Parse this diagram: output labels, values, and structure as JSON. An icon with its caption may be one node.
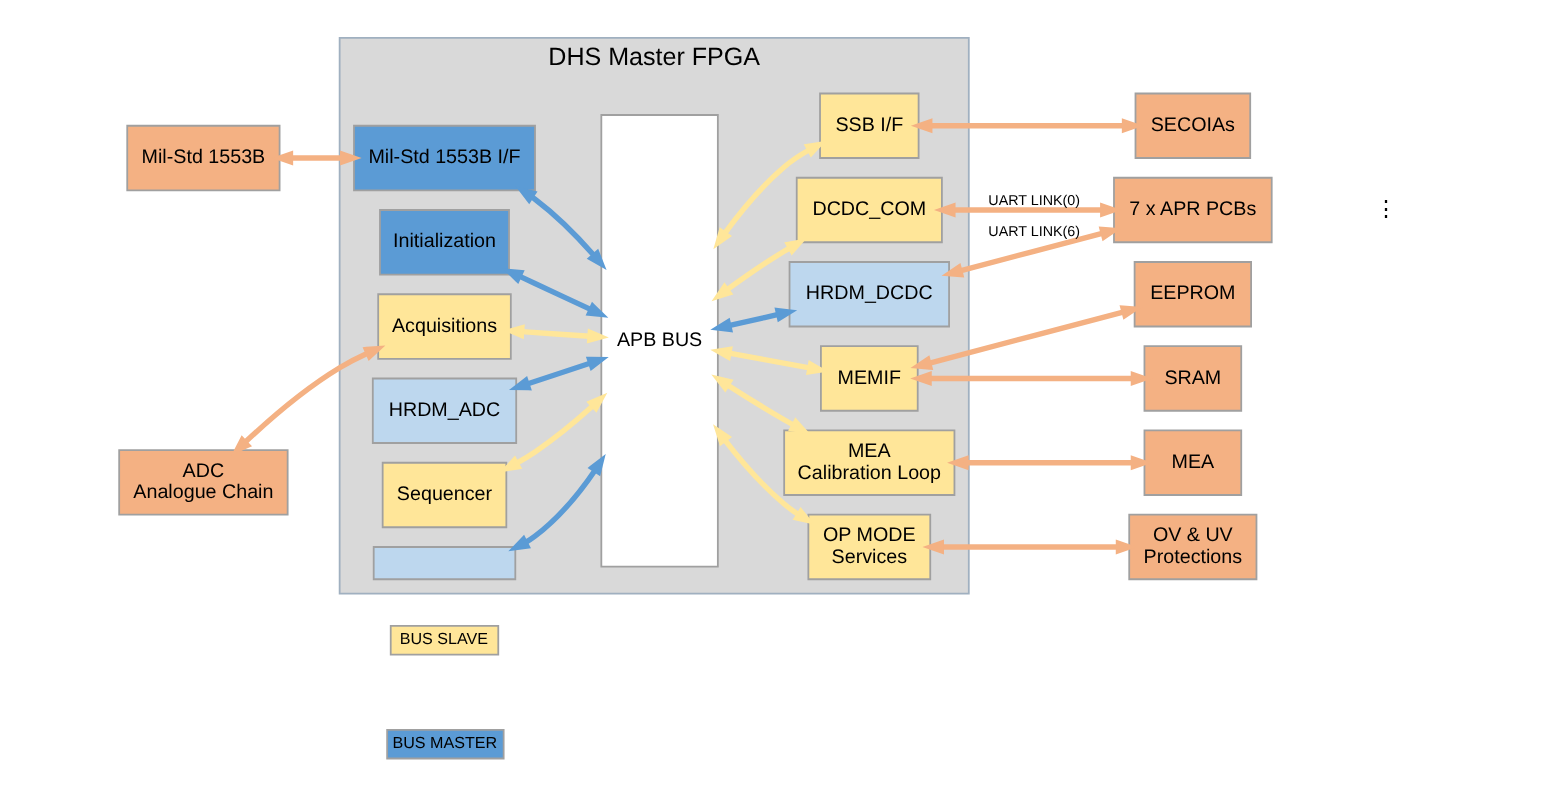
{
  "diagram": {
    "nodes": [
      {
        "text": [
          "DHS Master FPGA"
        ]
      },
      {
        "text": [
          "Mil-Std 1553B"
        ]
      },
      {
        "text": [
          "ADC",
          "Analogue Chain"
        ]
      },
      {
        "text": [
          "Mil-Std 1553B I/F"
        ],
        "in": 0
      },
      {
        "text": [
          "Initialization"
        ],
        "in": 0
      },
      {
        "text": [
          "Acquisitions"
        ],
        "in": 0
      },
      {
        "text": [
          "HRDM_ADC"
        ],
        "in": 0
      },
      {
        "text": [
          "Sequencer"
        ],
        "in": 0
      },
      {
        "text": [],
        "shape": "box",
        "in": 0
      },
      {
        "text": [
          "APB BUS"
        ],
        "in": 0
      },
      {
        "text": [
          "SSB I/F"
        ],
        "in": 0
      },
      {
        "text": [
          "DCDC_COM"
        ],
        "in": 0
      },
      {
        "text": [
          "HRDM_DCDC"
        ],
        "in": 0
      },
      {
        "text": [
          "MEMIF"
        ],
        "in": 0
      },
      {
        "text": [
          "MEA",
          "Calibration Loop"
        ],
        "in": 0
      },
      {
        "text": [
          "OP MODE",
          "Services"
        ],
        "in": 0
      },
      {
        "text": [
          "SECOIAs"
        ]
      },
      {
        "text": [
          "7 x APR PCBs"
        ]
      },
      {
        "text": [
          "EEPROM"
        ]
      },
      {
        "text": [
          "SRAM"
        ]
      },
      {
        "text": [
          "MEA"
        ]
      },
      {
        "text": [
          "OV & UV",
          "Protections"
        ]
      }
    ],
    "edges": [
      {
        "from": 1,
        "to": 3,
        "arrow": "both"
      },
      {
        "from": 3,
        "to": 9,
        "arrow": "both",
        "color": "#5b9bd5"
      },
      {
        "from": 4,
        "to": 9,
        "arrow": "both",
        "color": "#5b9bd5"
      },
      {
        "from": 2,
        "to": 5,
        "arrow": "both"
      },
      {
        "from": 5,
        "to": 9,
        "arrow": "both",
        "color": "#ffe699"
      },
      {
        "from": 6,
        "to": 9,
        "arrow": "both",
        "color": "#5b9bd5"
      },
      {
        "from": 7,
        "to": 9,
        "arrow": "both",
        "color": "#ffe699"
      },
      {
        "from": 8,
        "to": 9,
        "arrow": "both",
        "color": "#5b9bd5"
      },
      {
        "from": 9,
        "to": 10,
        "arrow": "both",
        "color": "#ffe699"
      },
      {
        "from": 10,
        "to": 16,
        "arrow": "both"
      },
      {
        "from": 9,
        "to": 11,
        "arrow": "both",
        "color": "#ffe699"
      },
      {
        "from": 9,
        "to": 12,
        "arrow": "both",
        "color": "#5b9bd5"
      },
      {
        "from": 11,
        "to": 17,
        "arrow": "both",
        "label": "UART LINK(0)"
      },
      {
        "from": 12,
        "to": 17,
        "arrow": "both",
        "label": "UART LINK(6)"
      },
      {
        "from": 9,
        "to": 13,
        "arrow": "both",
        "color": "#ffe699"
      },
      {
        "from": 13,
        "to": 18,
        "arrow": "both"
      },
      {
        "from": 13,
        "to": 19,
        "arrow": "both"
      },
      {
        "from": 9,
        "to": 14,
        "arrow": "both",
        "color": "#ffe699"
      },
      {
        "from": 14,
        "to": 20,
        "arrow": "both"
      },
      {
        "from": 9,
        "to": 15,
        "arrow": "both",
        "color": "#ffe699"
      },
      {
        "from": 15,
        "to": 21,
        "arrow": "both"
      }
    ],
    "labels": [
      "⋮"
    ],
    "legend": [
      {
        "text": "BUS SLAVE",
        "color": "#ffe699"
      },
      {
        "text": "BUS MASTER",
        "color": "#5b9bd5"
      }
    ]
  }
}
